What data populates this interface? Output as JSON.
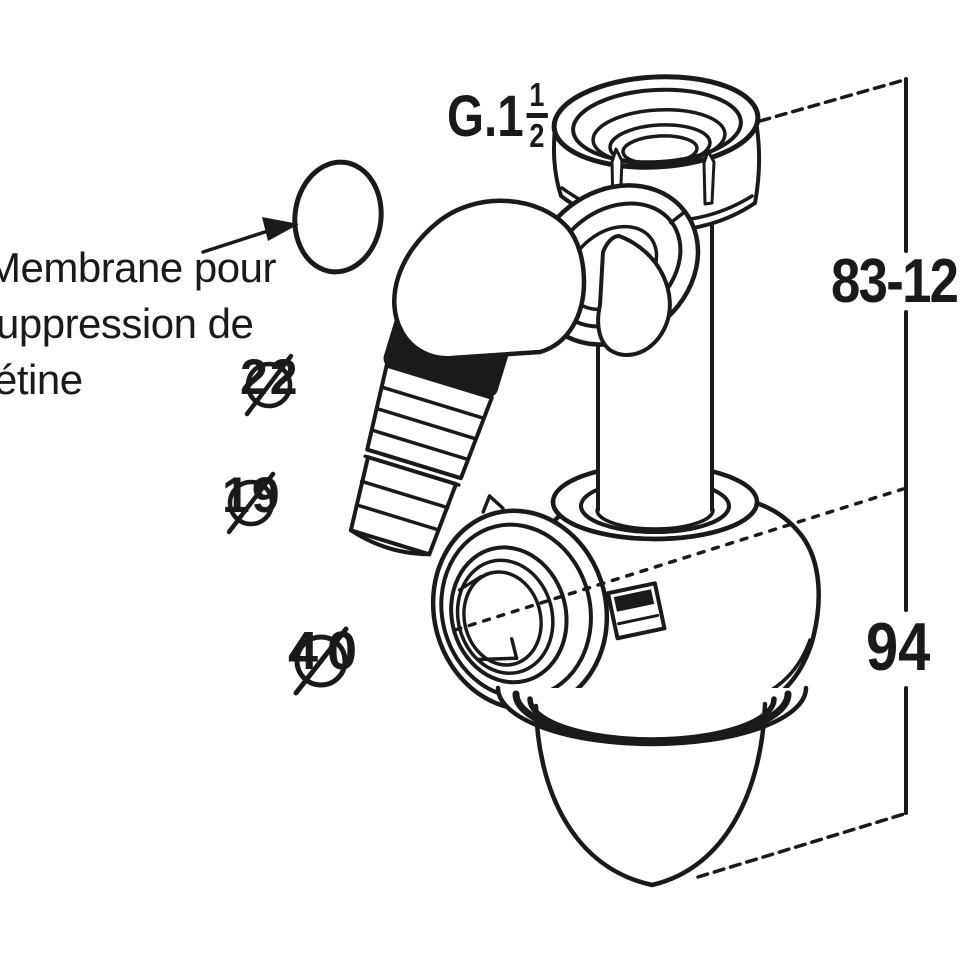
{
  "drawing": {
    "background_color": "#ffffff",
    "line_color": "#1a1a1a",
    "kind": "technical line drawing of a bottle trap siphon with hose connection"
  },
  "note": {
    "line1": "Membrane pour",
    "line2": "uppression de",
    "line3": "étine"
  },
  "thread_label": {
    "prefix": "G.1",
    "numerator": "1",
    "denominator": "2"
  },
  "diameters": {
    "symbol": "Ø",
    "hose_outer": "22",
    "hose_tip": "19",
    "outlet": "40"
  },
  "dimensions": {
    "upper_height": "83-12",
    "lower_height": "94"
  }
}
